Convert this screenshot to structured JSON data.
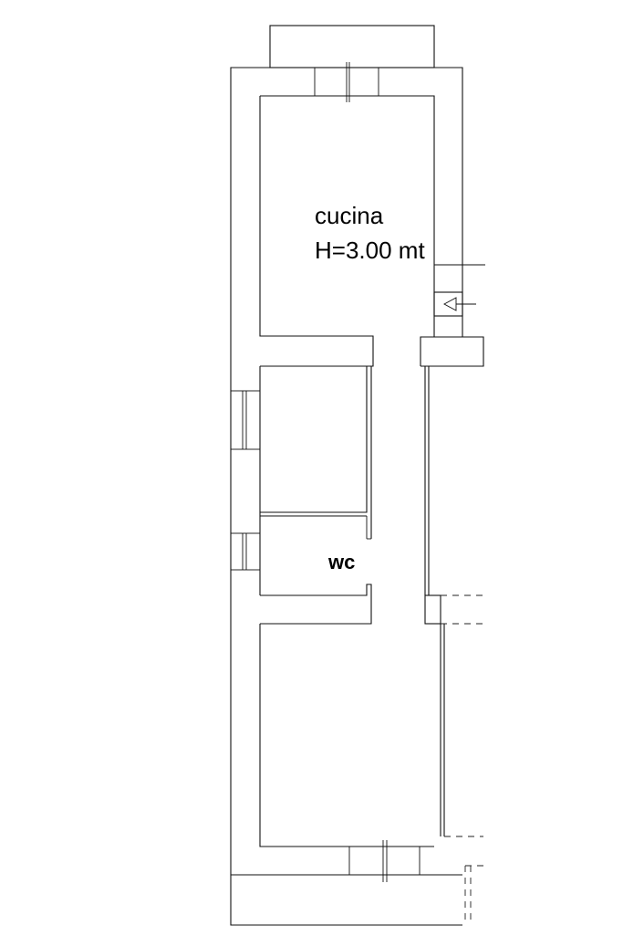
{
  "rooms": {
    "kitchen": {
      "name": "cucina",
      "height": "H=3.00 mt"
    },
    "bathroom": {
      "name": "wc"
    }
  },
  "colors": {
    "line": "#111111",
    "background": "#ffffff"
  },
  "icons": {
    "entrance": "entrance-arrow-icon"
  }
}
